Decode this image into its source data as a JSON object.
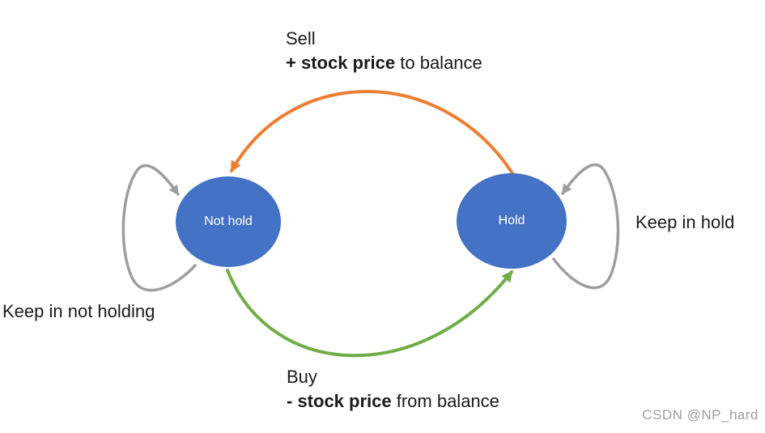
{
  "colors": {
    "state_fill": "#4472c4",
    "state_text": "#ffffff",
    "sell_arrow": "#ed7d31",
    "buy_arrow": "#70ad47",
    "loop_arrow": "#9e9e9e",
    "label_text": "#1a1a1a",
    "watermark": "#9e9e9e"
  },
  "states": {
    "not_hold": "Not hold",
    "hold": "Hold"
  },
  "labels": {
    "sell_line1": "Sell",
    "sell_bold": "+ stock price",
    "sell_rest": " to balance",
    "buy_line1": "Buy",
    "buy_bold": "- stock price",
    "buy_rest": " from balance",
    "keep_hold": "Keep in hold",
    "keep_not_hold": "Keep in not holding"
  },
  "watermark": "CSDN @NP_hard"
}
